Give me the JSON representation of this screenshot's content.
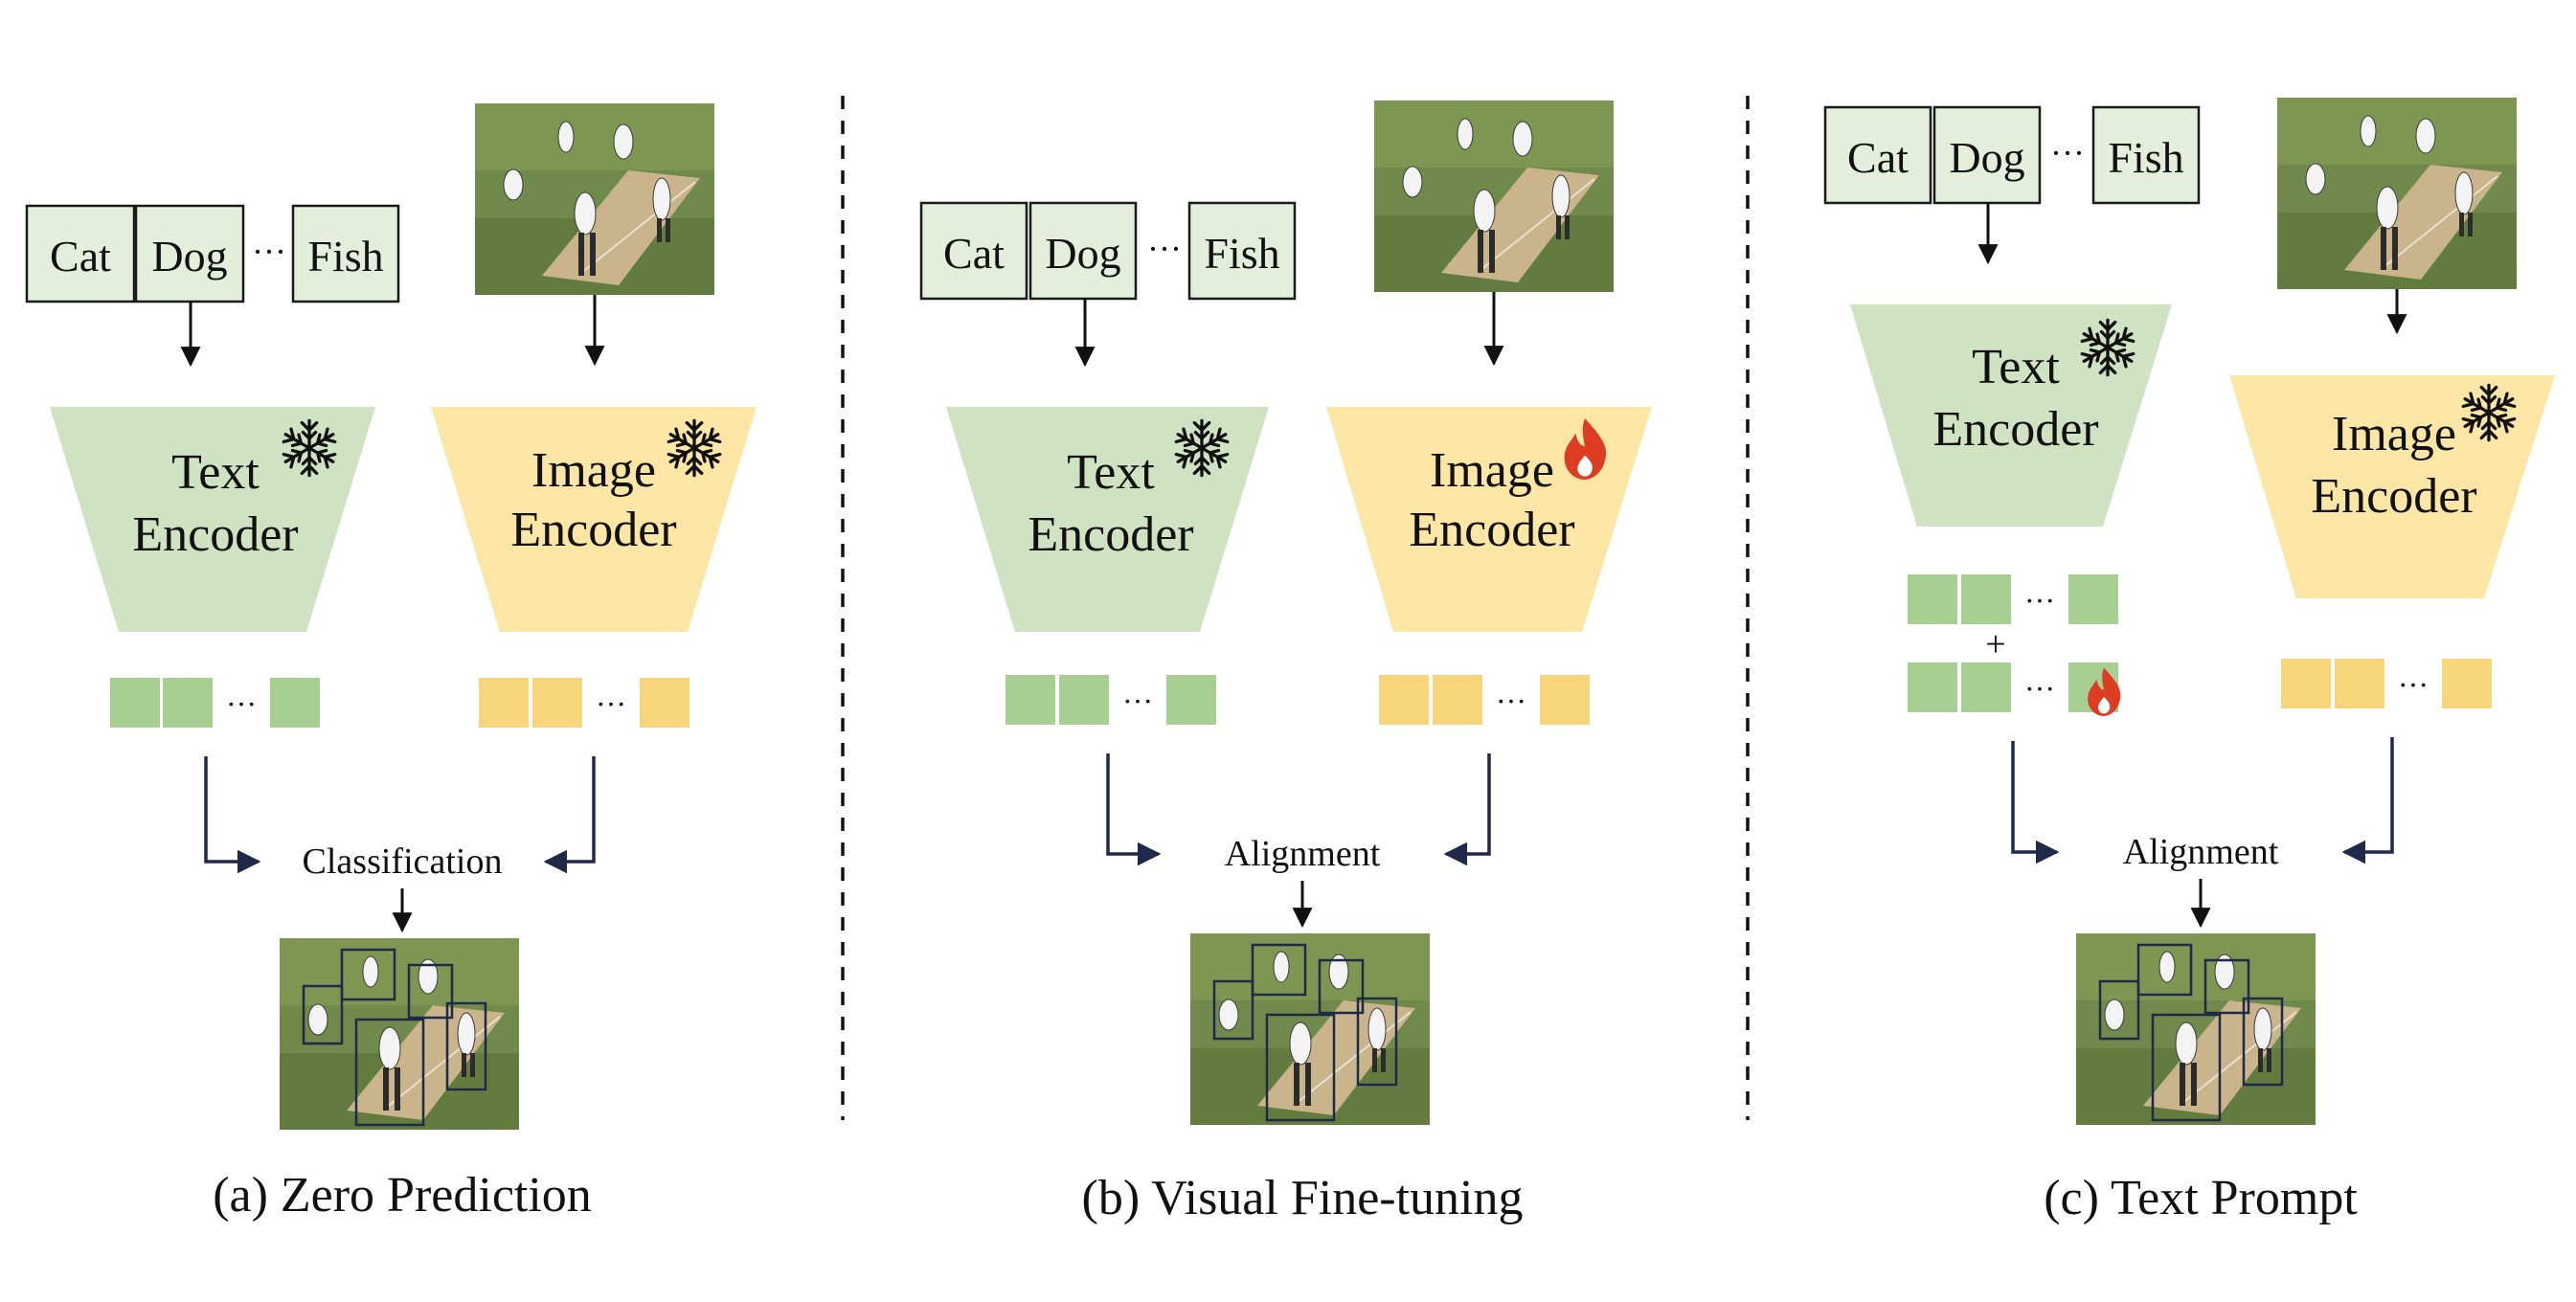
{
  "panels": [
    {
      "caption": "(a) Zero Prediction",
      "labels": [
        "Cat",
        "Dog",
        "Fish"
      ],
      "ellipsis": "···",
      "text_encoder": [
        "Text",
        "Encoder"
      ],
      "image_encoder": [
        "Image",
        "Encoder"
      ],
      "text_encoder_state": "frozen",
      "image_encoder_state": "frozen",
      "feature_ellipsis": "···",
      "operation": "Classification"
    },
    {
      "caption": "(b) Visual Fine-tuning",
      "labels": [
        "Cat",
        "Dog",
        "Fish"
      ],
      "ellipsis": "···",
      "text_encoder": [
        "Text",
        "Encoder"
      ],
      "image_encoder": [
        "Image",
        "Encoder"
      ],
      "text_encoder_state": "frozen",
      "image_encoder_state": "trainable",
      "feature_ellipsis": "···",
      "operation": "Alignment"
    },
    {
      "caption": "(c) Text Prompt",
      "labels": [
        "Cat",
        "Dog",
        "Fish"
      ],
      "ellipsis": "···",
      "text_encoder": [
        "Text",
        "Encoder"
      ],
      "image_encoder": [
        "Image",
        "Encoder"
      ],
      "text_encoder_state": "frozen",
      "image_encoder_state": "frozen",
      "feature_ellipsis": "···",
      "plus": "+",
      "prompt_state": "trainable",
      "operation": "Alignment"
    }
  ],
  "icons": {
    "frozen": "snowflake-icon",
    "trainable": "flame-icon"
  },
  "colors": {
    "text_block": "#cfe2c2",
    "text_feature": "#a8cf92",
    "image_block": "#fbe6a6",
    "image_feature": "#f7d57a",
    "label_box": "#e3efda",
    "arrow_dark": "#1f2a4a",
    "flame": "#dd3d22",
    "field_grass": "#6f8a4a",
    "pitch": "#c9b48c"
  }
}
